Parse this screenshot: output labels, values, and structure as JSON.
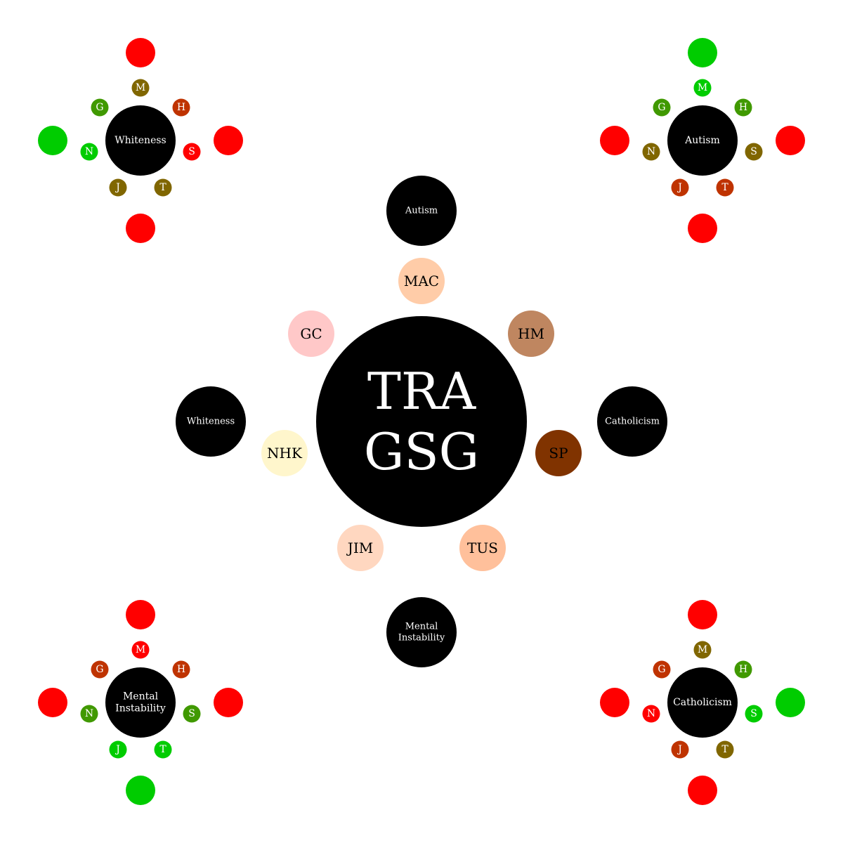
{
  "center": {
    "lines": [
      "TRA",
      "GSG"
    ],
    "color": "#000000"
  },
  "topics": [
    {
      "id": "autism",
      "lines": [
        "Autism"
      ]
    },
    {
      "id": "catholicism",
      "lines": [
        "Catholicism"
      ]
    },
    {
      "id": "mental-instability",
      "lines": [
        "Mental",
        "Instability"
      ]
    },
    {
      "id": "whiteness",
      "lines": [
        "Whiteness"
      ]
    }
  ],
  "members": [
    {
      "label": "MAC",
      "color": "#ffcca8"
    },
    {
      "label": "HM",
      "color": "#bf8660"
    },
    {
      "label": "SP",
      "color": "#803300"
    },
    {
      "label": "TUS",
      "color": "#ffc09b"
    },
    {
      "label": "JIM",
      "color": "#ffd7c0"
    },
    {
      "label": "NHK",
      "color": "#fff6cc"
    },
    {
      "label": "GC",
      "color": "#ffc8c8"
    }
  ],
  "palette": {
    "red": "#ff0000",
    "green": "#00cc00",
    "olive": "#806600",
    "orange": "#bf3300",
    "lime": "#409900"
  },
  "quadrants": [
    {
      "lines": [
        "Whiteness"
      ],
      "letters": [
        {
          "l": "M",
          "c": "olive"
        },
        {
          "l": "H",
          "c": "orange"
        },
        {
          "l": "S",
          "c": "red"
        },
        {
          "l": "T",
          "c": "olive"
        },
        {
          "l": "J",
          "c": "olive"
        },
        {
          "l": "N",
          "c": "green"
        },
        {
          "l": "G",
          "c": "lime"
        }
      ],
      "outer": [
        "red",
        "red",
        "red",
        "green"
      ]
    },
    {
      "lines": [
        "Autism"
      ],
      "letters": [
        {
          "l": "M",
          "c": "green"
        },
        {
          "l": "H",
          "c": "lime"
        },
        {
          "l": "S",
          "c": "olive"
        },
        {
          "l": "T",
          "c": "orange"
        },
        {
          "l": "J",
          "c": "orange"
        },
        {
          "l": "N",
          "c": "olive"
        },
        {
          "l": "G",
          "c": "lime"
        }
      ],
      "outer": [
        "green",
        "red",
        "red",
        "red"
      ]
    },
    {
      "lines": [
        "Mental",
        "Instability"
      ],
      "letters": [
        {
          "l": "M",
          "c": "red"
        },
        {
          "l": "H",
          "c": "orange"
        },
        {
          "l": "S",
          "c": "lime"
        },
        {
          "l": "T",
          "c": "green"
        },
        {
          "l": "J",
          "c": "green"
        },
        {
          "l": "N",
          "c": "lime"
        },
        {
          "l": "G",
          "c": "orange"
        }
      ],
      "outer": [
        "red",
        "red",
        "green",
        "red"
      ]
    },
    {
      "lines": [
        "Catholicism"
      ],
      "letters": [
        {
          "l": "M",
          "c": "olive"
        },
        {
          "l": "H",
          "c": "lime"
        },
        {
          "l": "S",
          "c": "green"
        },
        {
          "l": "T",
          "c": "olive"
        },
        {
          "l": "J",
          "c": "orange"
        },
        {
          "l": "N",
          "c": "red"
        },
        {
          "l": "G",
          "c": "orange"
        }
      ],
      "outer": [
        "red",
        "green",
        "red",
        "red"
      ]
    }
  ]
}
